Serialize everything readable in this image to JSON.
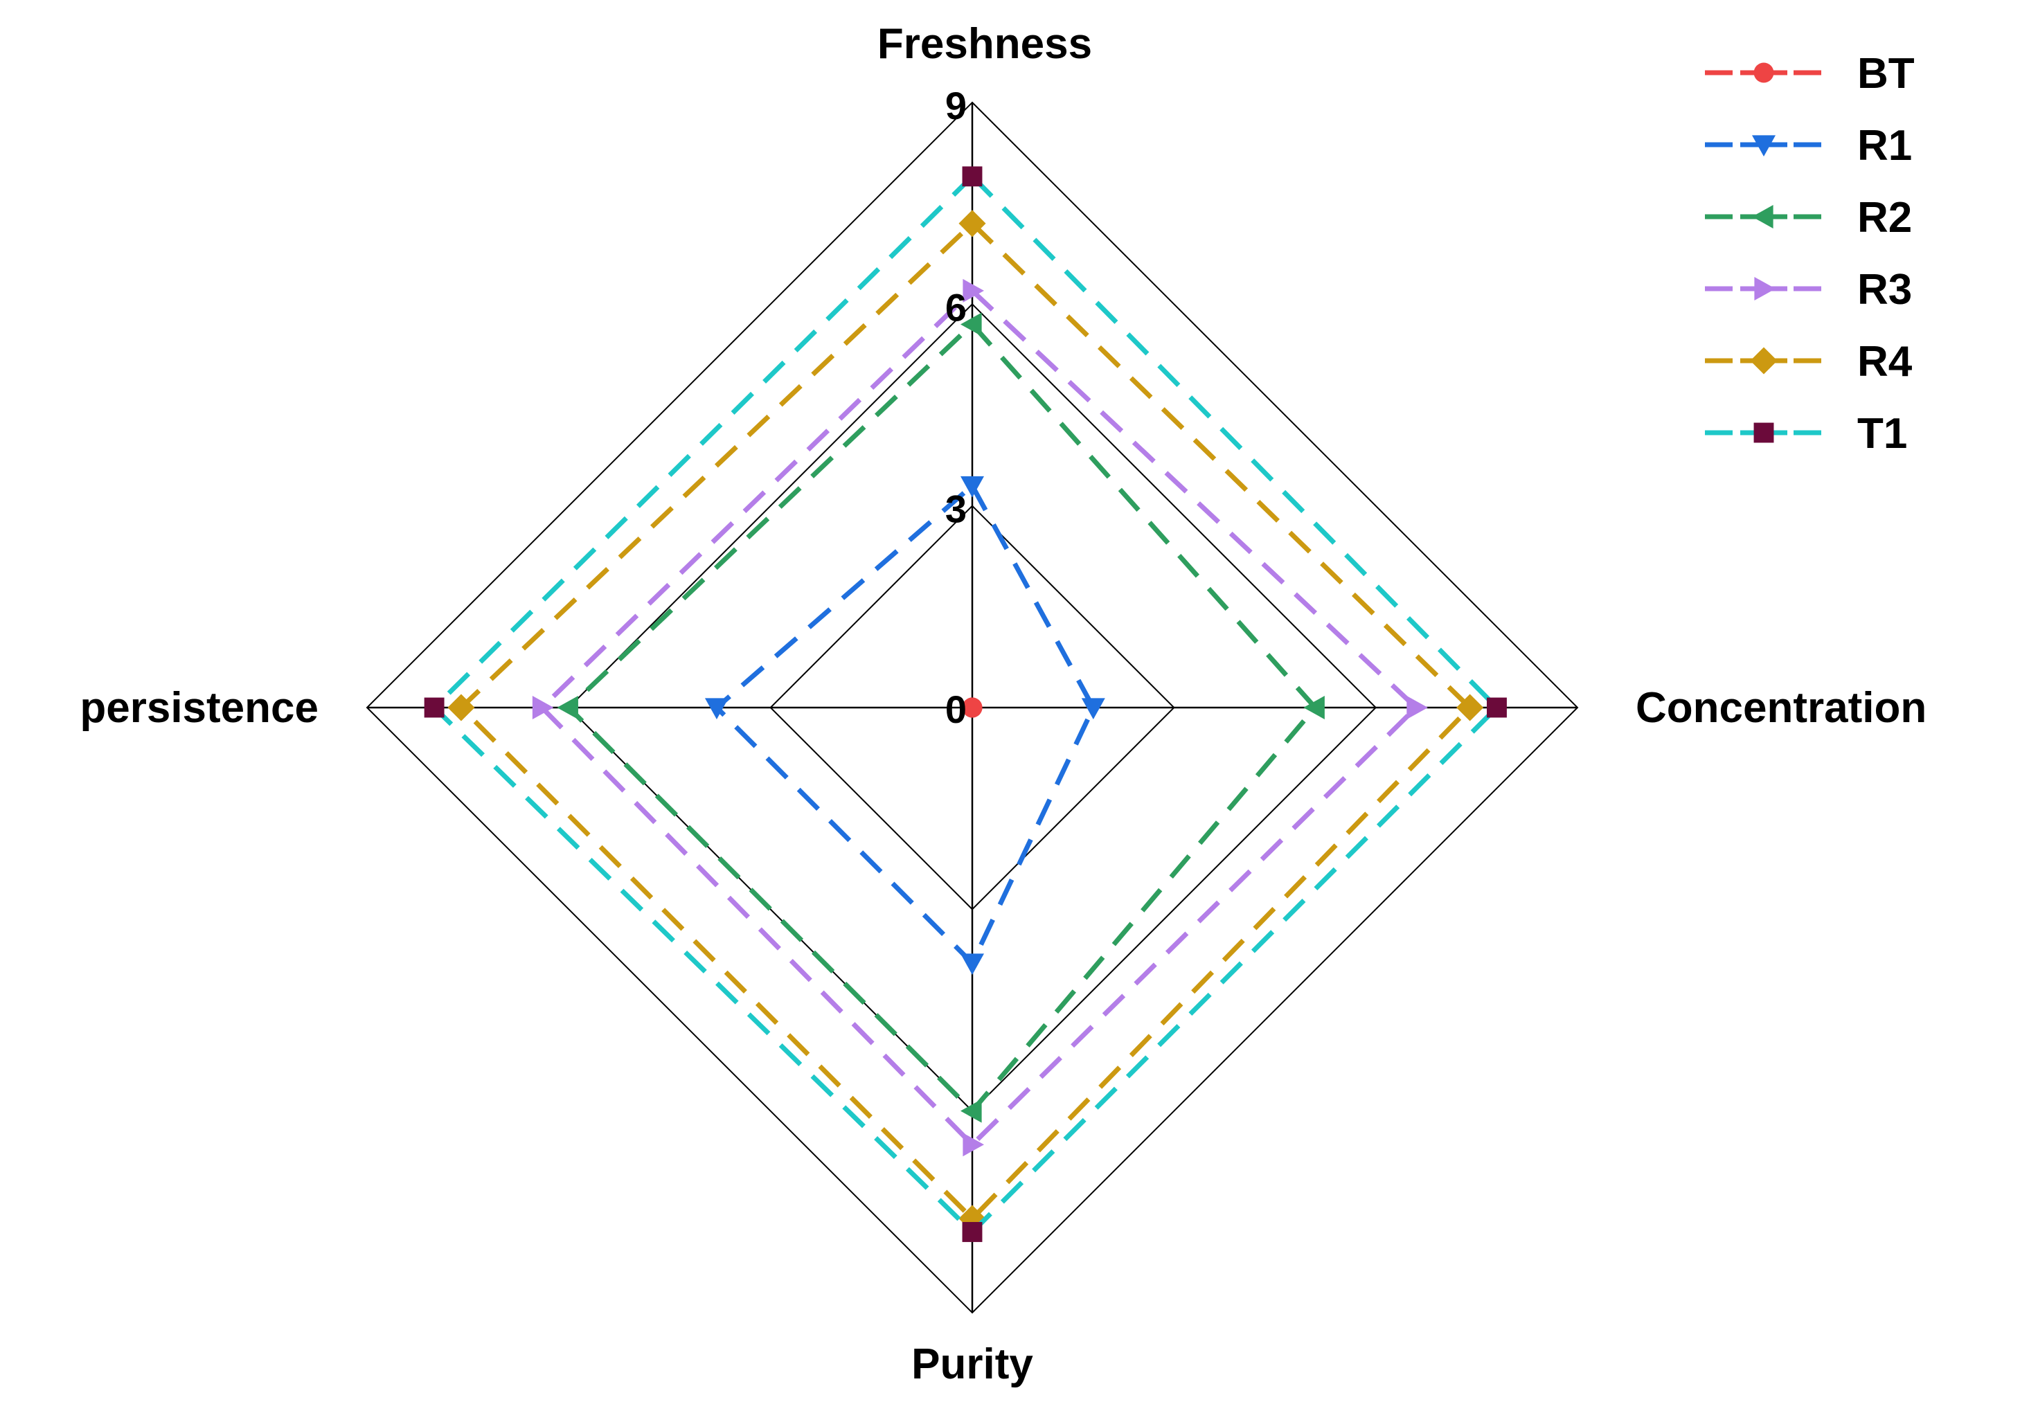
{
  "chart_data": {
    "type": "radar",
    "axes": [
      "Freshness",
      "Concentration",
      "Purity",
      "persistence"
    ],
    "range": [
      0,
      9
    ],
    "ticks": [
      0,
      3,
      6,
      9
    ],
    "grid": true,
    "legend_position": "top-right",
    "series": [
      {
        "name": "BT",
        "color": "#ee4444",
        "marker": "circle",
        "values": [
          0,
          0,
          0,
          0
        ]
      },
      {
        "name": "R1",
        "color": "#1f6fde",
        "marker": "triangle-down",
        "values": [
          3.3,
          1.8,
          3.8,
          3.8
        ]
      },
      {
        "name": "R2",
        "color": "#2e9e5e",
        "marker": "triangle-left",
        "values": [
          5.7,
          5.1,
          6.0,
          6.0
        ]
      },
      {
        "name": "R3",
        "color": "#b47ee8",
        "marker": "triangle-right",
        "values": [
          6.2,
          6.6,
          6.5,
          6.4
        ]
      },
      {
        "name": "R4",
        "color": "#cc9911",
        "marker": "diamond",
        "values": [
          7.2,
          7.4,
          7.6,
          7.6
        ]
      },
      {
        "name": "T1",
        "color": "#1ec8c8",
        "marker": "square",
        "values": [
          7.9,
          7.8,
          7.8,
          8.0
        ],
        "marker_color": "#6b0a3a"
      }
    ]
  }
}
